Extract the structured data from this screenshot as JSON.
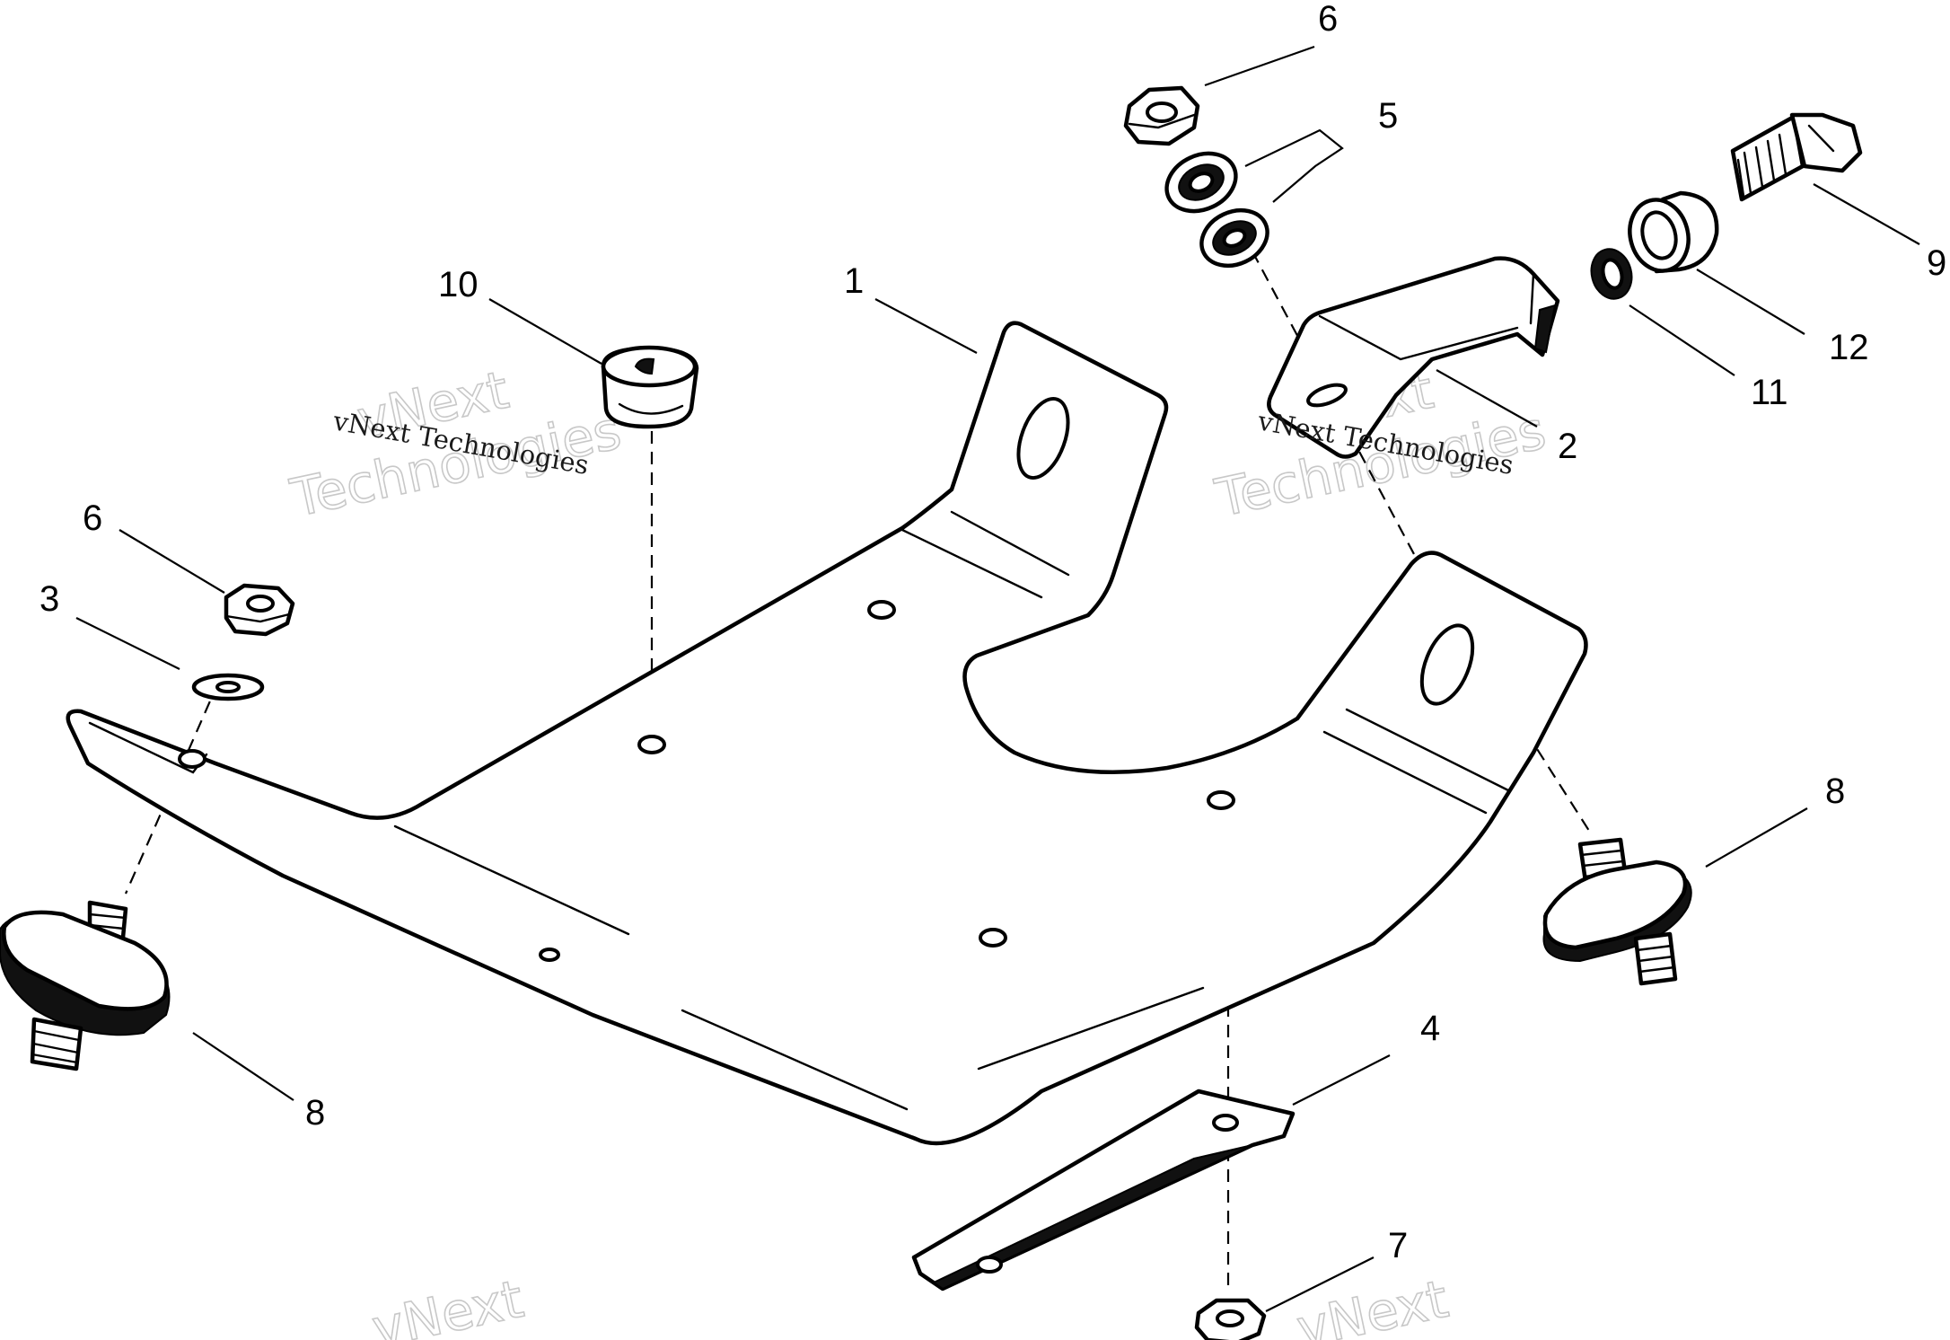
{
  "diagram": {
    "callouts": [
      {
        "id": "c1",
        "text": "1"
      },
      {
        "id": "c2",
        "text": "2"
      },
      {
        "id": "c3",
        "text": "3"
      },
      {
        "id": "c4",
        "text": "4"
      },
      {
        "id": "c5",
        "text": "5"
      },
      {
        "id": "c6a",
        "text": "6"
      },
      {
        "id": "c6b",
        "text": "6"
      },
      {
        "id": "c7",
        "text": "7"
      },
      {
        "id": "c8a",
        "text": "8"
      },
      {
        "id": "c8b",
        "text": "8"
      },
      {
        "id": "c9",
        "text": "9"
      },
      {
        "id": "c10",
        "text": "10"
      },
      {
        "id": "c11",
        "text": "11"
      },
      {
        "id": "c12",
        "text": "12"
      }
    ],
    "watermarks": [
      {
        "id": "w1",
        "big1": "vNext",
        "big2": "Technologies",
        "small": "vNext Technologies"
      },
      {
        "id": "w2",
        "big1": "vNext",
        "big2": "Technologies",
        "small": "vNext Technologies"
      },
      {
        "id": "w3",
        "big1": "vNext",
        "big2": "",
        "small": ""
      },
      {
        "id": "w4",
        "big1": "vNext",
        "big2": "",
        "small": ""
      }
    ]
  }
}
